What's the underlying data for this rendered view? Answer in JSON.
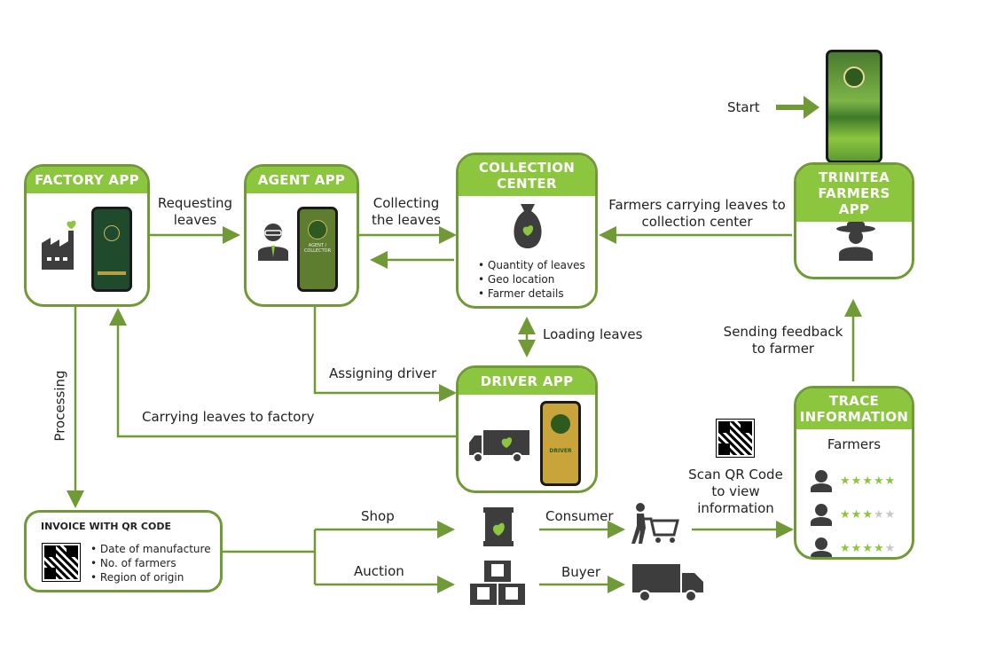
{
  "start_label": "Start",
  "boxes": {
    "factory": {
      "title": "FACTORY APP"
    },
    "agent": {
      "title": "AGENT APP",
      "phone_text": "AGENT / COLLECTOR"
    },
    "collection": {
      "title": "COLLECTION CENTER",
      "items": [
        "Quantity of leaves",
        "Geo location",
        "Farmer details"
      ]
    },
    "farmers": {
      "title": "TRINITEA FARMERS APP"
    },
    "driver": {
      "title": "DRIVER APP",
      "phone_text": "DRIVER"
    },
    "trace": {
      "title": "TRACE INFORMATION",
      "subtitle": "Farmers",
      "ratings": [
        5,
        3,
        4
      ]
    },
    "invoice": {
      "title": "INVOICE WITH QR CODE",
      "items": [
        "Date of manufacture",
        "No. of farmers",
        "Region of origin"
      ]
    }
  },
  "arrows": {
    "requesting": "Requesting leaves",
    "collecting": "Collecting the leaves",
    "farmers_carrying": "Farmers carrying leaves to collection center",
    "loading": "Loading leaves",
    "assigning": "Assigning driver",
    "carrying_factory": "Carrying leaves to factory",
    "processing": "Processing",
    "feedback": "Sending feedback to farmer",
    "shop": "Shop",
    "auction": "Auction",
    "consumer": "Consumer",
    "buyer": "Buyer",
    "scan": "Scan QR Code to view information"
  },
  "colors": {
    "accent": "#8cc63f",
    "border": "#6f9a36",
    "icon": "#3d3d3d"
  }
}
